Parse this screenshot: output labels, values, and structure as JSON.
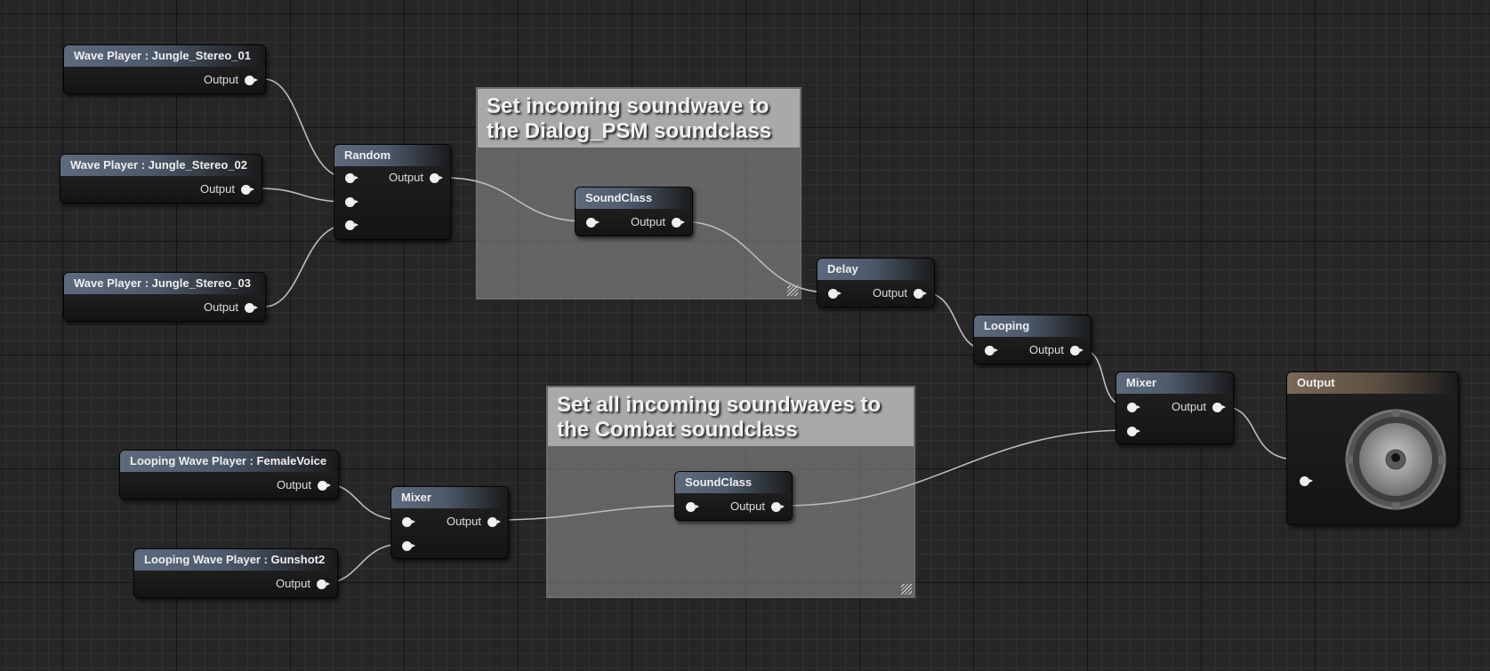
{
  "comments": [
    {
      "text_line1": "Set incoming soundwave to",
      "text_line2": "the Dialog_PSM soundclass"
    },
    {
      "text_line1": "Set all incoming soundwaves to",
      "text_line2": "the Combat soundclass"
    }
  ],
  "nodes": {
    "wave1": {
      "title": "Wave Player : Jungle_Stereo_01",
      "output": "Output"
    },
    "wave2": {
      "title": "Wave Player : Jungle_Stereo_02",
      "output": "Output"
    },
    "wave3": {
      "title": "Wave Player : Jungle_Stereo_03",
      "output": "Output"
    },
    "random": {
      "title": "Random",
      "output": "Output"
    },
    "soundclass1": {
      "title": "SoundClass",
      "output": "Output"
    },
    "delay": {
      "title": "Delay",
      "output": "Output"
    },
    "looping": {
      "title": "Looping",
      "output": "Output"
    },
    "mixer_main": {
      "title": "Mixer",
      "output": "Output"
    },
    "output": {
      "title": "Output"
    },
    "female": {
      "title": "Looping Wave Player : FemaleVoice",
      "output": "Output"
    },
    "gunshot": {
      "title": "Looping Wave Player : Gunshot2",
      "output": "Output"
    },
    "mixer2": {
      "title": "Mixer",
      "output": "Output"
    },
    "soundclass2": {
      "title": "SoundClass",
      "output": "Output"
    }
  },
  "colors": {
    "node_header": "#5d6a7d",
    "output_header": "#7a6a58",
    "wire": "#bdbdbd",
    "background": "#262626"
  }
}
